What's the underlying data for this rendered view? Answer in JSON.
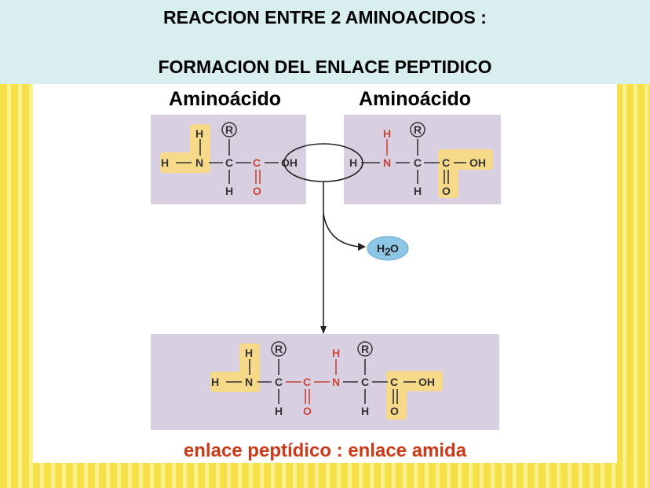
{
  "header": {
    "line1": "REACCION ENTRE 2 AMINOACIDOS :",
    "line2": "FORMACION DEL ENLACE PEPTIDICO"
  },
  "labels": {
    "aa1": "Aminoácido",
    "aa2": "Aminoácido"
  },
  "water": "H2O",
  "caption": "enlace  peptídico : enlace amida",
  "atoms": {
    "H": "H",
    "N": "N",
    "C": "C",
    "O": "O",
    "OH": "OH",
    "R": "R",
    "H2": "H",
    "sub2": "2",
    "Ow": "O"
  },
  "colors": {
    "bg_yellow": "#f6e04a",
    "header_bg": "#d9eeee",
    "molecule_box": "#d8cfe0",
    "highlight": "#f7d98a",
    "red_atom": "#c8463a",
    "water_blob": "#8ec7e6",
    "caption": "#cc3a1a"
  }
}
